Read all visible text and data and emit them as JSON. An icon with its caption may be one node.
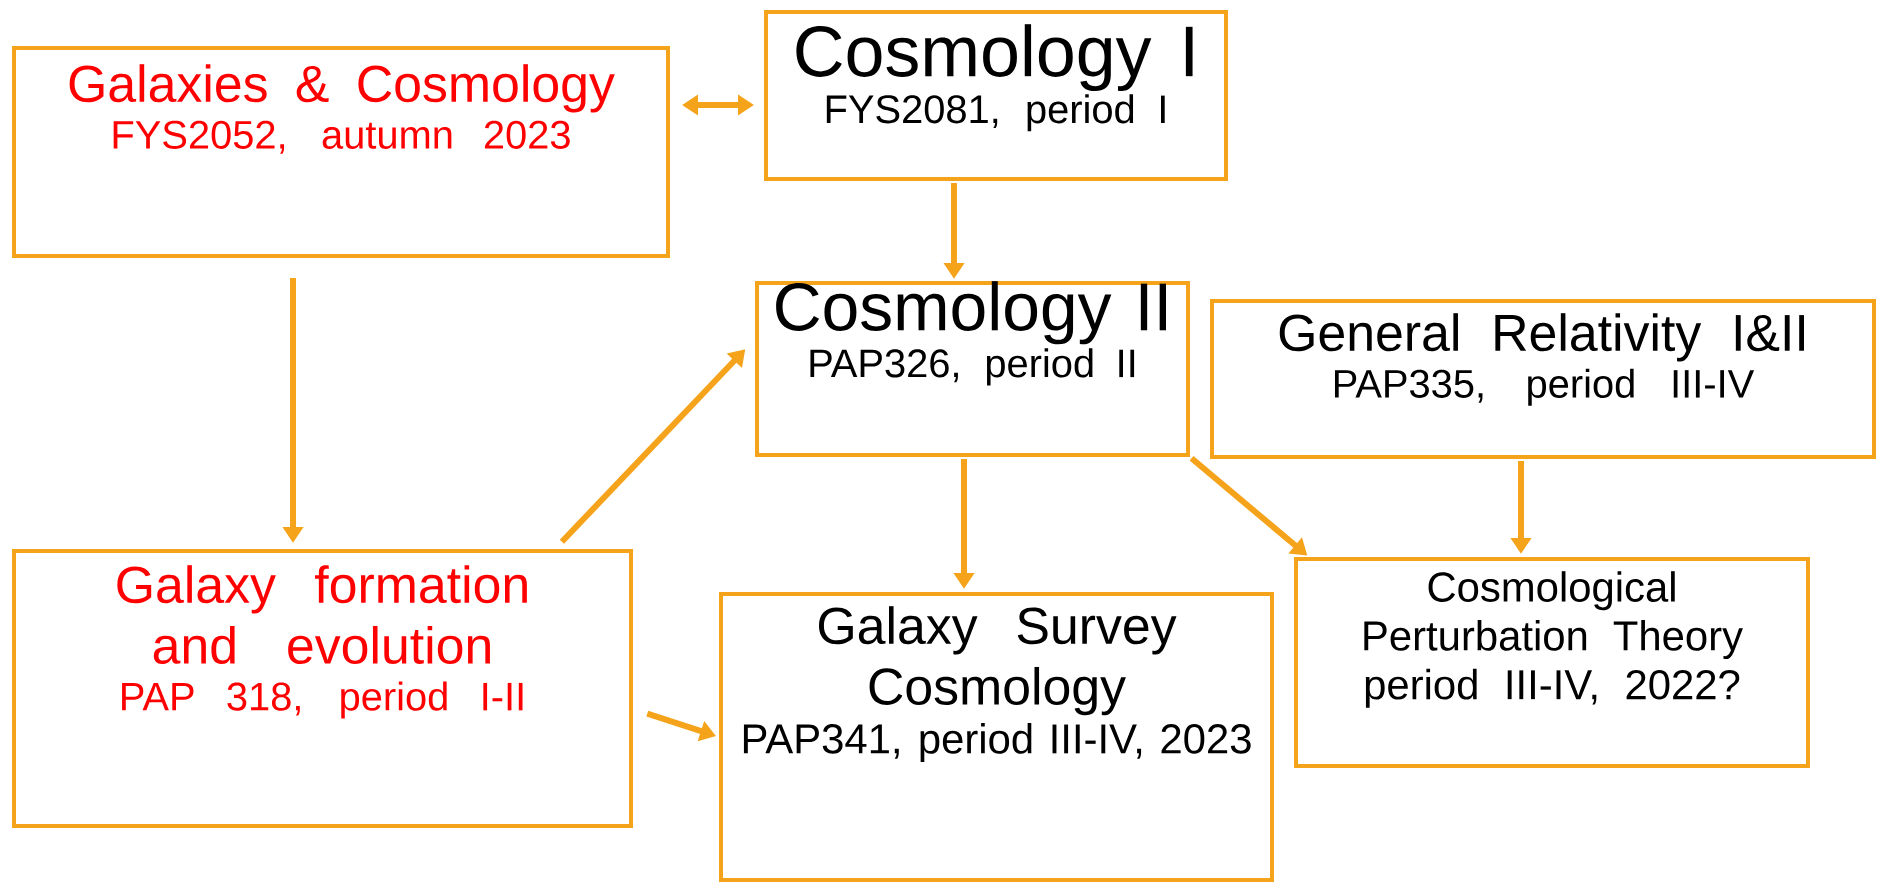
{
  "diagram": {
    "nodes": [
      {
        "text": [
          "Galaxies & Cosmology",
          "FYS2052, autumn 2023"
        ]
      },
      {
        "text": [
          "Cosmology I",
          "FYS2081, period I"
        ]
      },
      {
        "text": [
          "Cosmology II",
          "PAP326, period II"
        ]
      },
      {
        "text": [
          "General Relativity I&II",
          "PAP335, period III-IV"
        ]
      },
      {
        "text": [
          "Galaxy formation and evolution",
          "PAP 318, period I-II"
        ]
      },
      {
        "text": [
          "Galaxy Survey Cosmology",
          "PAP341, period III-IV, 2023"
        ]
      },
      {
        "text": [
          "Cosmological Perturbation Theory",
          "period III-IV, 2022?"
        ]
      }
    ],
    "edges": [
      {
        "from": 0,
        "to": 1,
        "arrow": "both"
      },
      {
        "from": 1,
        "to": 2,
        "arrow": "to"
      },
      {
        "from": 0,
        "to": 4,
        "arrow": "to"
      },
      {
        "from": 4,
        "to": 2,
        "arrow": "to"
      },
      {
        "from": 4,
        "to": 5,
        "arrow": "to"
      },
      {
        "from": 2,
        "to": 5,
        "arrow": "to"
      },
      {
        "from": 2,
        "to": 6,
        "arrow": "to"
      },
      {
        "from": 3,
        "to": 6,
        "arrow": "to"
      }
    ]
  }
}
